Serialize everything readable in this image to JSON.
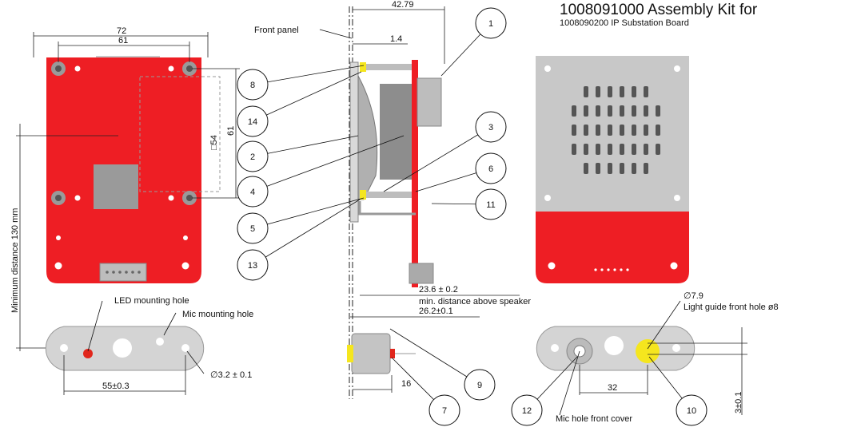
{
  "title": {
    "main": "1008091000 Assembly Kit for",
    "sub": "1008090200 IP Substation Board"
  },
  "labels": {
    "front_panel": "Front panel",
    "min_distance": "Minimum distance 130 mm",
    "led_hole": "LED mounting hole",
    "mic_hole": "Mic mounting hole",
    "light_guide": "Light guide front hole ø8",
    "mic_hole_cover": "Mic hole front cover",
    "min_dist_speaker": "min. distance above speaker"
  },
  "dimensions": {
    "d72": "72",
    "d61_top": "61",
    "d54": "□54",
    "d61_side": "61",
    "d4279": "42.79",
    "d14": "1.4",
    "d236": "23.6 ±  0.2",
    "d262": "26.2±0.1",
    "d16": "16",
    "d55": "55±0.3",
    "d32": "∅3.2  ± 0.1",
    "d79": "∅7.9",
    "d_32": "32",
    "d3": "3±0.1"
  },
  "callouts": [
    "1",
    "2",
    "3",
    "4",
    "5",
    "6",
    "7",
    "8",
    "9",
    "10",
    "11",
    "12",
    "13",
    "14"
  ],
  "colors": {
    "pcb_red": "#ee1e24",
    "metal_grey": "#c8c8c8",
    "standoff_yellow": "#f5e61e",
    "led_red": "#e1261c"
  }
}
